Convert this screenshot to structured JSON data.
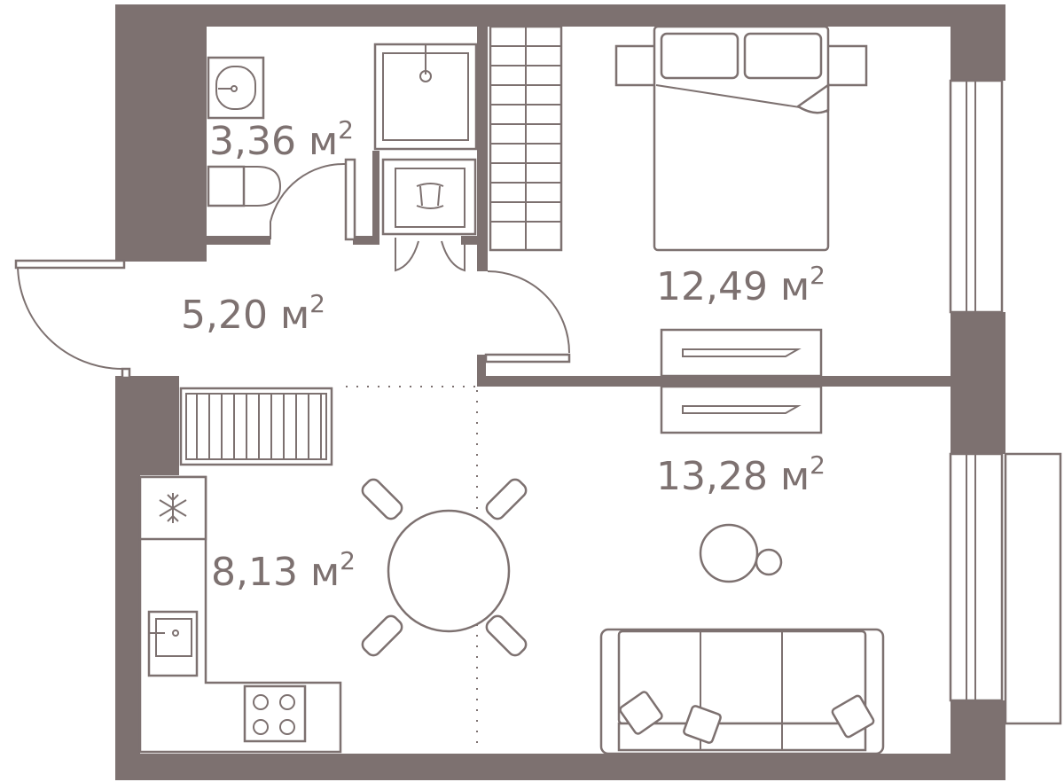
{
  "colors": {
    "wall": "#7d7170",
    "furniture_stroke": "#7d7170",
    "background": "#ffffff",
    "label": "#7d7170"
  },
  "rooms": [
    {
      "id": "bathroom",
      "area": "3,36",
      "unit": "м",
      "exp": "2"
    },
    {
      "id": "hallway",
      "area": "5,20",
      "unit": "м",
      "exp": "2"
    },
    {
      "id": "bedroom",
      "area": "12,49",
      "unit": "м",
      "exp": "2"
    },
    {
      "id": "living",
      "area": "13,28",
      "unit": "м",
      "exp": "2"
    },
    {
      "id": "kitchen",
      "area": "8,13",
      "unit": "м",
      "exp": "2"
    }
  ],
  "icons": {
    "freezer": "snowflake-icon"
  }
}
